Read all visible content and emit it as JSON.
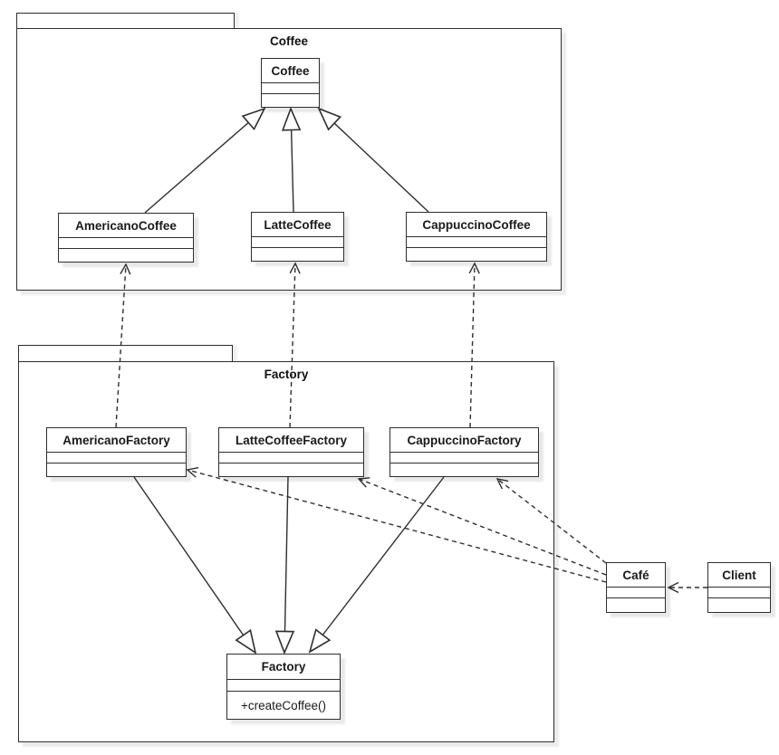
{
  "packages": {
    "coffee": {
      "label": "Coffee"
    },
    "factory": {
      "label": "Factory"
    }
  },
  "classes": {
    "coffee": {
      "title": "Coffee"
    },
    "americanoCoffee": {
      "title": "AmericanoCoffee"
    },
    "latteCoffee": {
      "title": "LatteCoffee"
    },
    "cappuccinoCoffee": {
      "title": "CappuccinoCoffee"
    },
    "americanoFactory": {
      "title": "AmericanoFactory"
    },
    "latteCoffeeFactory": {
      "title": "LatteCoffeeFactory"
    },
    "cappuccinoFactory": {
      "title": "CappuccinoFactory"
    },
    "factory": {
      "title": "Factory",
      "operation": "+createCoffee()"
    },
    "cafe": {
      "title": "Café"
    },
    "client": {
      "title": "Client"
    }
  },
  "relationships": [
    {
      "type": "generalization",
      "from": "AmericanoCoffee",
      "to": "Coffee"
    },
    {
      "type": "generalization",
      "from": "LatteCoffee",
      "to": "Coffee"
    },
    {
      "type": "generalization",
      "from": "CappuccinoCoffee",
      "to": "Coffee"
    },
    {
      "type": "generalization",
      "from": "AmericanoFactory",
      "to": "Factory"
    },
    {
      "type": "generalization",
      "from": "LatteCoffeeFactory",
      "to": "Factory"
    },
    {
      "type": "generalization",
      "from": "CappuccinoFactory",
      "to": "Factory"
    },
    {
      "type": "dependency",
      "from": "AmericanoFactory",
      "to": "AmericanoCoffee"
    },
    {
      "type": "dependency",
      "from": "LatteCoffeeFactory",
      "to": "LatteCoffee"
    },
    {
      "type": "dependency",
      "from": "CappuccinoFactory",
      "to": "CappuccinoCoffee"
    },
    {
      "type": "dependency",
      "from": "Café",
      "to": "AmericanoFactory"
    },
    {
      "type": "dependency",
      "from": "Café",
      "to": "LatteCoffeeFactory"
    },
    {
      "type": "dependency",
      "from": "Café",
      "to": "CappuccinoFactory"
    },
    {
      "type": "dependency",
      "from": "Client",
      "to": "Café"
    }
  ],
  "colors": {
    "line": "#2e2e2e",
    "fill": "#ffffff",
    "shadow": "#ededed"
  }
}
